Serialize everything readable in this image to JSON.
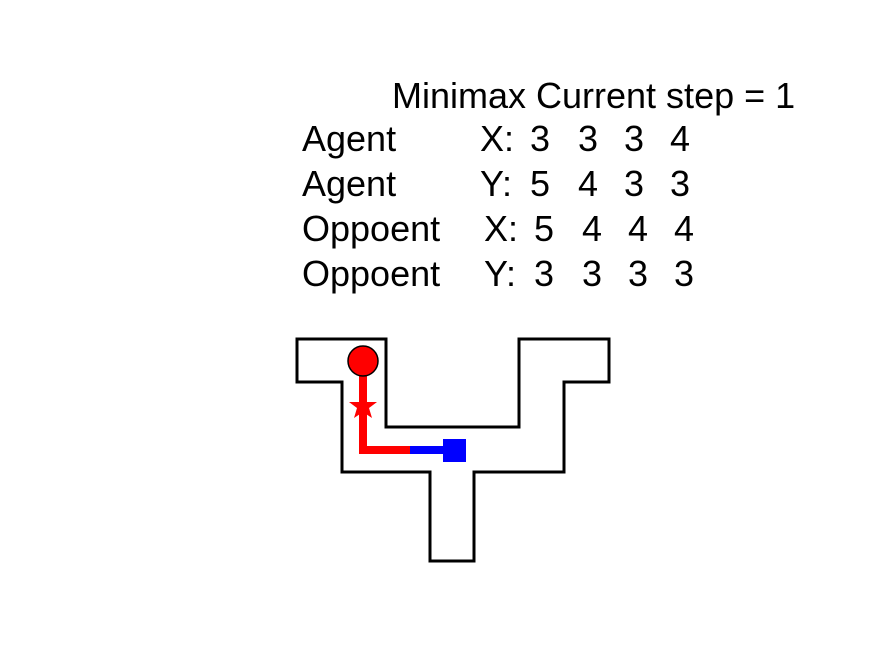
{
  "title": "Minimax Current step = 1",
  "rows": [
    {
      "label": "Agent",
      "axis": "X:",
      "values": [
        "3",
        "3",
        "3",
        "4"
      ]
    },
    {
      "label": "Agent",
      "axis": "Y:",
      "values": [
        "5",
        "4",
        "3",
        "3"
      ]
    },
    {
      "label": "Oppoent",
      "axis": "X:",
      "values": [
        "5",
        "4",
        "4",
        "4"
      ]
    },
    {
      "label": "Oppoent",
      "axis": "Y:",
      "values": [
        "3",
        "3",
        "3",
        "3"
      ]
    }
  ],
  "colors": {
    "agent": "#ff0000",
    "opponent": "#0000ff",
    "wall": "#000000",
    "background": "#ffffff"
  },
  "markers": {
    "agent_start": "red-circle",
    "agent_mid": "red-star",
    "opponent_current": "blue-square"
  }
}
